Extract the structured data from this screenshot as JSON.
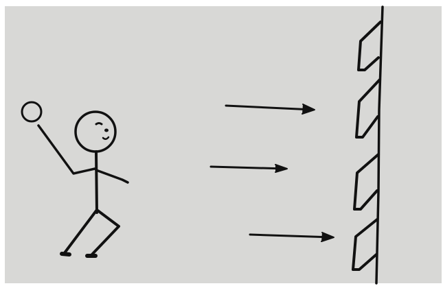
{
  "paper_color": "#d8d8d6",
  "ink_color": "#111111",
  "frame_color": "#ffffff",
  "figure": "stick-figure-throwing-ball",
  "wall_markings": 4,
  "arrows": 3
}
